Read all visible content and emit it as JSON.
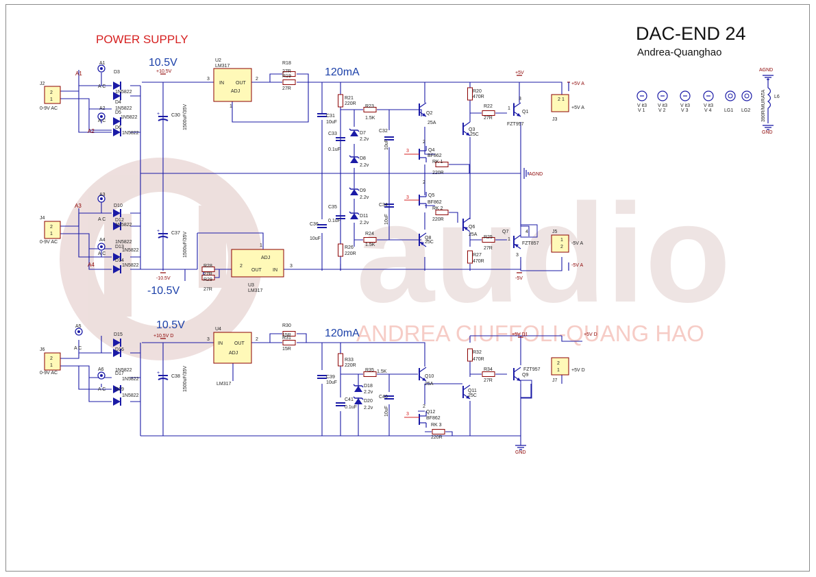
{
  "title": {
    "main": "DAC-END 24",
    "author": "Andrea-Quanghao",
    "section": "POWER SUPPLY"
  },
  "watermark": {
    "line": "ANDREA CIUFFOLI-QUANG HAO",
    "word": "audio"
  },
  "headings": {
    "v1": "10.5V",
    "vneg": "-10.5V",
    "v3": "10.5V",
    "i1": "120mA",
    "i3": "120mA"
  },
  "nets": {
    "p105": "+10.5V",
    "n105": "-10.5V",
    "p105d": "+10.5V D",
    "p5v": "+5V",
    "n5v": "-5V",
    "p5vd1": "+5V D1",
    "p5vd": "+5V D",
    "p5va": "+5V A",
    "n5va": "-5V A",
    "p5vd_j": "+5V D",
    "agnd": "AGND",
    "gnd": "GND",
    "gnd2": "GND",
    "agnd_mid": "AGND"
  },
  "connectors": {
    "j2": "J2",
    "j4": "J4",
    "j6": "J6",
    "j3": "J3",
    "j5": "J5",
    "j7": "J7",
    "ac_in": "0-9V AC",
    "pin1": "1",
    "pin2": "2"
  },
  "test_points": {
    "a1": "A1",
    "a2": "A2",
    "a3": "A3",
    "a4": "A4",
    "a5": "A5",
    "a6": "A6",
    "ac": "A C"
  },
  "diodes": {
    "d3": "D3",
    "d4": "D4",
    "d5": "D5",
    "d6": "D6",
    "d10": "D10",
    "d12": "D12",
    "d13": "D13",
    "d14": "D14",
    "d15": "D15",
    "d16": "D16",
    "d17": "D17",
    "d19": "D19",
    "part": "1N5822"
  },
  "zeners": {
    "d7": "D7",
    "d8": "D8",
    "d9": "D9",
    "d11": "D11",
    "d18": "D18",
    "d20": "D20",
    "v": "2.2v"
  },
  "regulators": {
    "u2": "U2",
    "u3": "U3",
    "u4": "U4",
    "part": "LM317",
    "in": "IN",
    "out": "OUT",
    "adj": "ADJ",
    "p1": "1",
    "p2": "2",
    "p3": "3"
  },
  "resistors": {
    "r18": "R18",
    "r19": "R19",
    "r28": "R28",
    "r29": "R29",
    "r30": "R30",
    "r31": "R31",
    "v27": "27R",
    "v15": "15R",
    "r21": "R21",
    "r23": "R23",
    "r24": "R24",
    "r26": "R26",
    "r33": "R33",
    "r35": "R35",
    "v220": "220R",
    "v1k5": "1.5K",
    "v1k5b": "1.5K",
    "r20": "R20",
    "r27": "R27",
    "r32": "R32",
    "v470": "470R",
    "r22": "R22",
    "r25": "R25",
    "r34": "R34",
    "rk1": "RK 1",
    "rk2": "RK 2",
    "rk3": "RK 3"
  },
  "caps": {
    "c30": "C30",
    "c37": "C37",
    "c38": "C38",
    "vbig": "1500uF/35V",
    "c31": "C31",
    "c36": "C36",
    "c39": "C39",
    "v10u": "10uF",
    "c32": "C32",
    "c34": "C34",
    "c40": "C40",
    "c33": "C33",
    "c35": "C35",
    "c41": "C41",
    "v01u": "0.1uF",
    "v01u_b": "0.1uF"
  },
  "transistors": {
    "q1": "Q1",
    "q2": "Q2",
    "q3": "Q3",
    "q4": "Q4",
    "q5": "Q5",
    "q6": "Q6",
    "q7": "Q7",
    "q8": "Q8",
    "q9": "Q9",
    "q10": "Q10",
    "q11": "Q11",
    "q12": "Q12",
    "t25a": "25A",
    "t25c": "25C",
    "tbf": "BF862",
    "tfzt957": "FZT957",
    "tfzt857": "FZT857",
    "n1": "1",
    "n2": "2",
    "n3": "3",
    "n4": "4"
  },
  "probes": {
    "v1": "V 1",
    "v2": "V 2",
    "v3": "V 3",
    "v4": "V 4",
    "lg1": "LG1",
    "lg2": "LG2",
    "vit": "V it3",
    "l6": "L6",
    "murata": "390R/MURATA"
  },
  "colors": {
    "wire": "#1a1aa6",
    "part": "#8b0000",
    "body": "#fff9b8",
    "heading": "#1a3fa8",
    "red": "#d62020",
    "watermark": "#e7d4d2",
    "watermark_text": "#f4c0b8",
    "text": "#222222"
  }
}
